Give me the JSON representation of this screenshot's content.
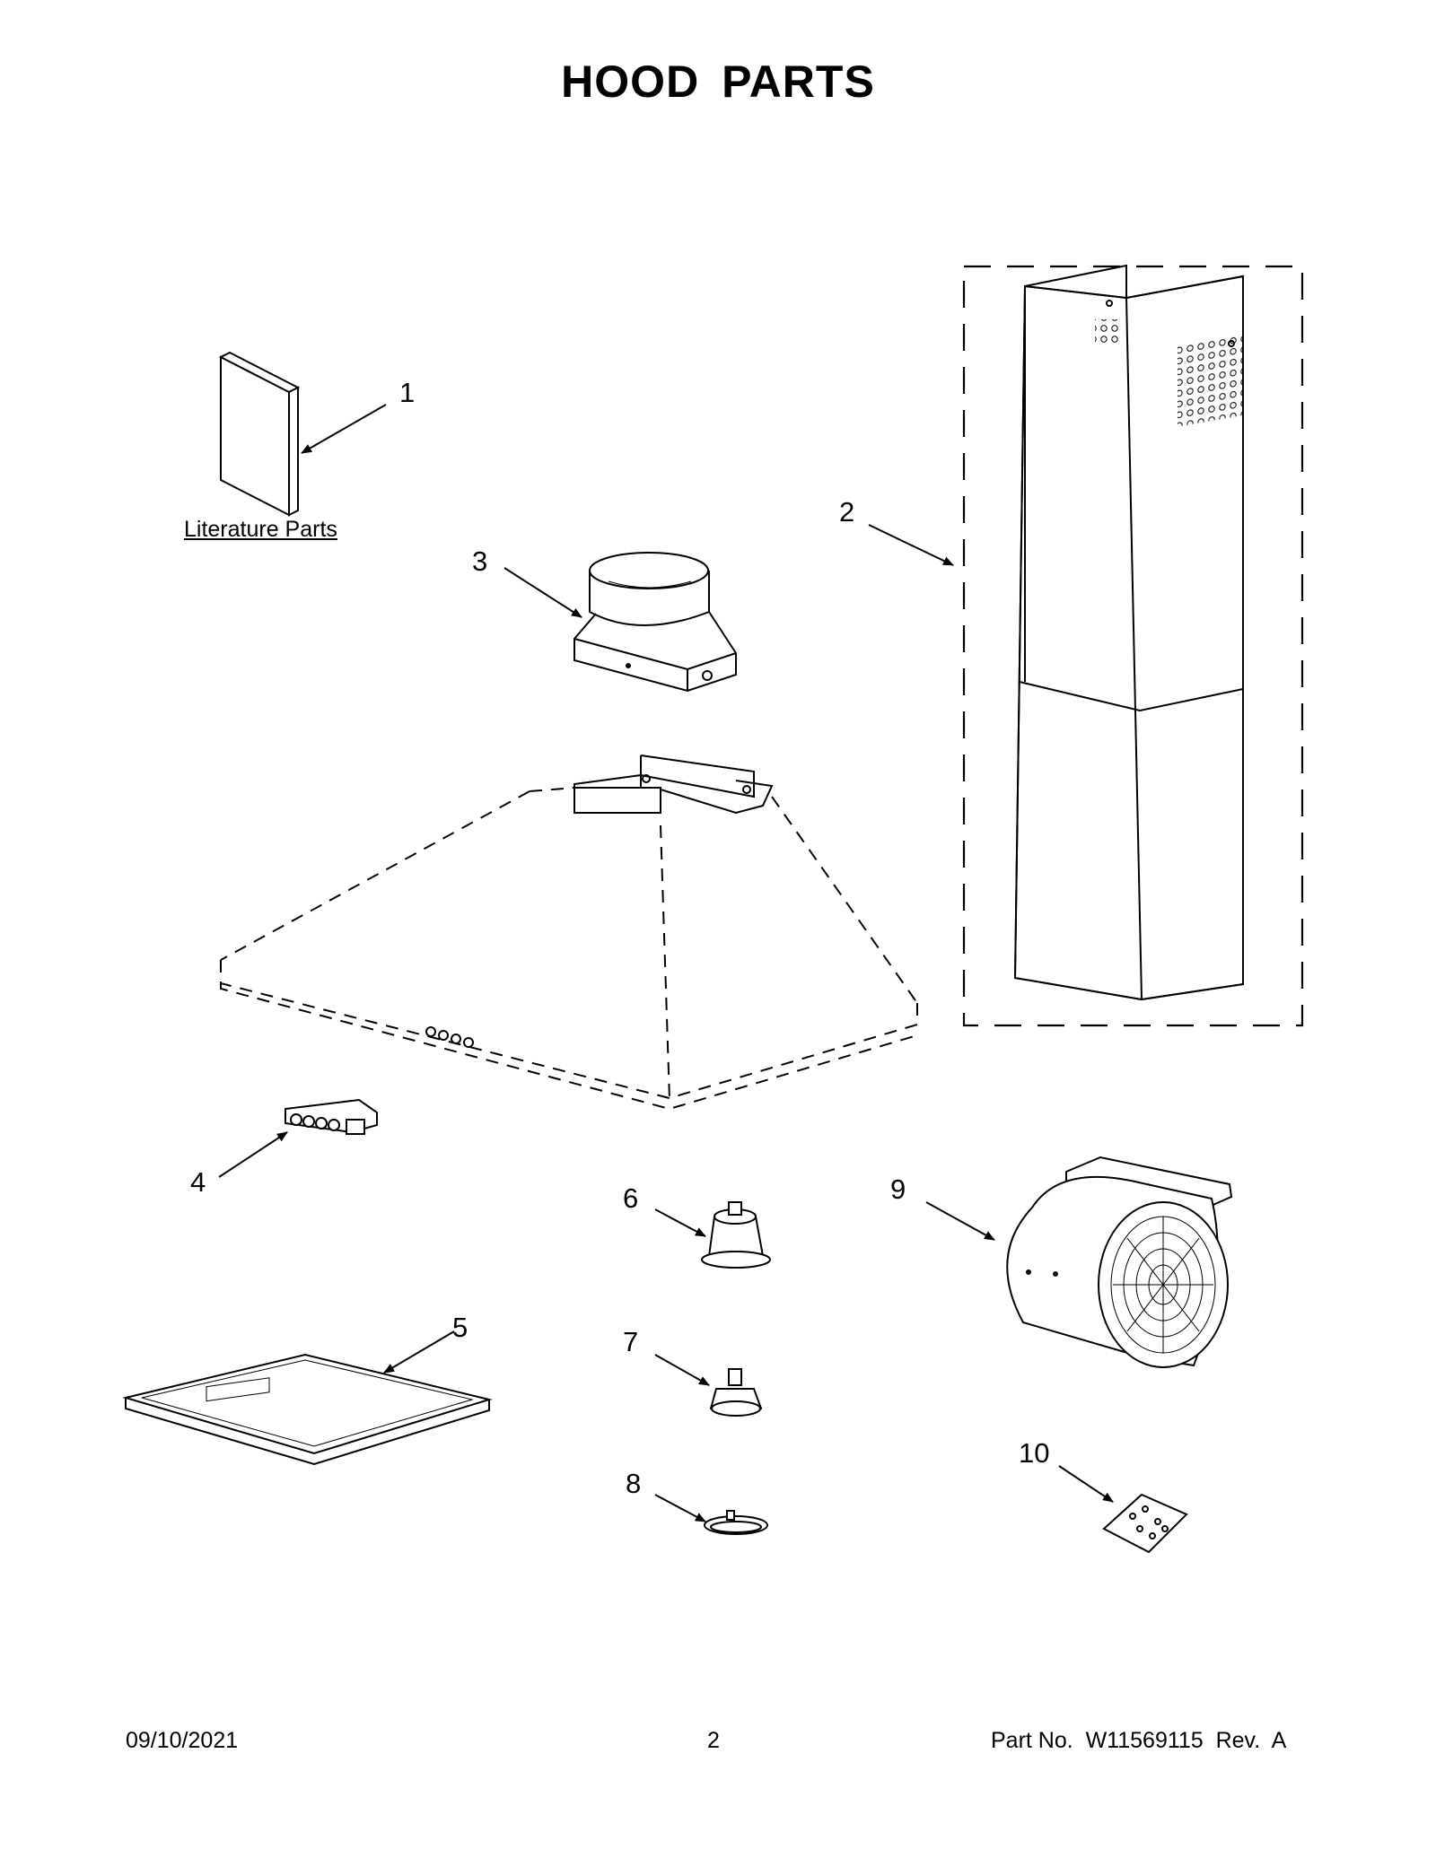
{
  "page": {
    "title": "HOOD PARTS",
    "literature_label": "Literature Parts"
  },
  "callouts": [
    "1",
    "2",
    "3",
    "4",
    "5",
    "6",
    "7",
    "8",
    "9",
    "10"
  ],
  "footer": {
    "date": "09/10/2021",
    "page_number": "2",
    "part_number": "Part No.  W11569115  Rev.  A"
  },
  "colors": {
    "line": "#000000",
    "fill": "#ffffff",
    "shade": "#cfcfcf"
  }
}
